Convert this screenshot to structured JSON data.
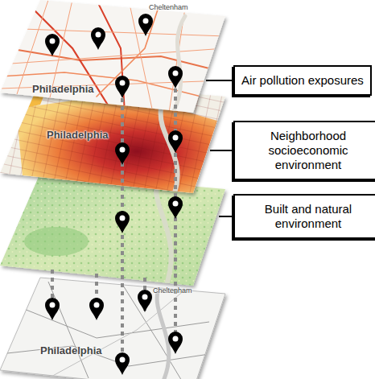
{
  "diagram": {
    "nodes": [
      {
        "text": [
          "Air pollution exposures"
        ]
      },
      {
        "text": [
          "Neighborhood socioeconomic environment"
        ]
      },
      {
        "text": [
          "Built and natural environment"
        ]
      }
    ],
    "labels": [
      "Cheltenham",
      "Philadelphia",
      "Philadelphia",
      "Cheltenham",
      "Philadelphia"
    ]
  }
}
